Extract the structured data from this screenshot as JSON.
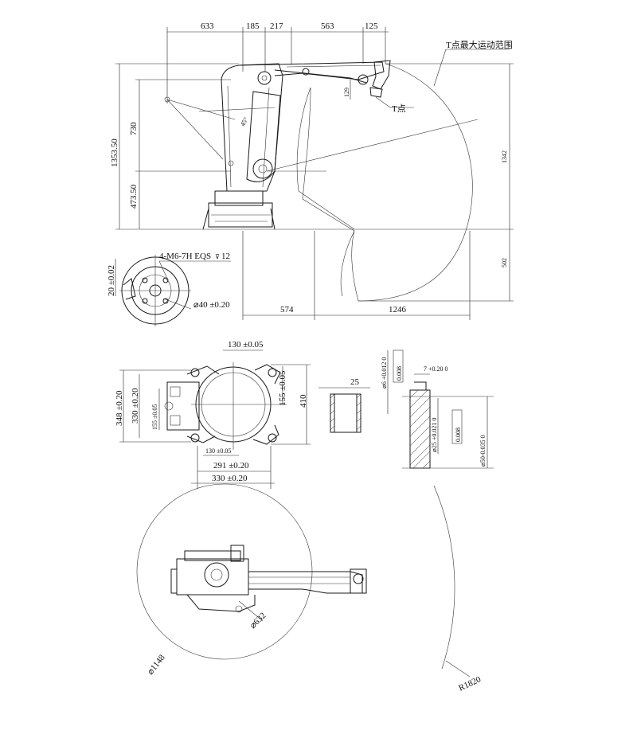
{
  "side_view": {
    "dims_top": [
      "633",
      "185",
      "217",
      "563",
      "125"
    ],
    "dims_left": [
      "1353.50",
      "730",
      "473.50"
    ],
    "dims_right": [
      "1342",
      "502"
    ],
    "dims_bottom": [
      "574",
      "1246"
    ],
    "angle": "45°",
    "dim_129": "129",
    "t_point_label": "T点",
    "t_range_label": "T点最大运动范围"
  },
  "flange": {
    "holes_note": "4-M6-7H EQS",
    "depth_value": "12",
    "dim_20": "20 ±0.02",
    "dim_40": "⌀40 ±0.20"
  },
  "base_plan": {
    "dim_130_top": "130 ±0.05",
    "dim_155_right": "155 ±0.05",
    "dim_410": "410",
    "dim_348": "348 ±0.20",
    "dim_330_left": "330 ±0.20",
    "dim_155_left": "155 ±0.05",
    "dim_130_bottom": "130 ±0.05",
    "dim_291": "291 ±0.20",
    "dim_330_bottom": "330 ±0.20"
  },
  "pin_detail": {
    "dim_25": "25",
    "dim_6": "⌀6 +0.012 0",
    "tol_frame_1": "0.008",
    "dim_7": "7 +0.20 0",
    "dim_25d": "⌀25 +0.021 0",
    "tol_frame_2": "0.008",
    "dim_50": "⌀50-0.035 0"
  },
  "top_view": {
    "dim_1148": "⌀1148",
    "dim_632": "⌀632",
    "dim_r1820": "R1820"
  }
}
